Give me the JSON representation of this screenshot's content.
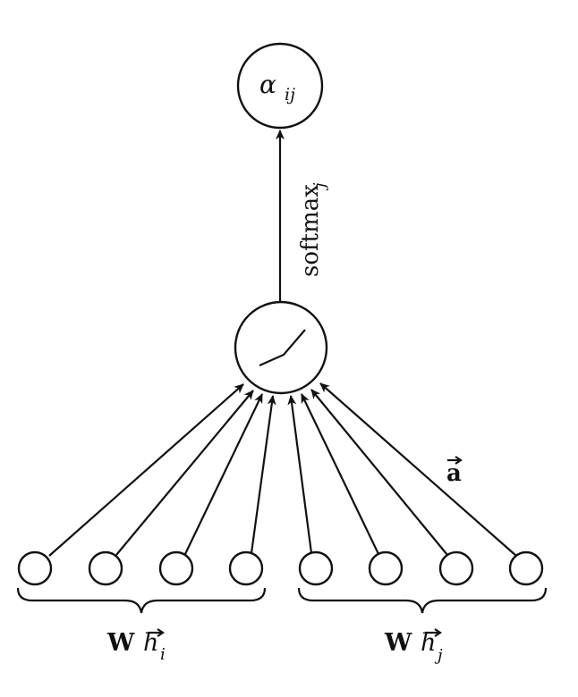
{
  "diagram": {
    "output_node": {
      "symbol": "α",
      "subscript": "ij"
    },
    "edge_label": {
      "text": "softmax",
      "subscript": "j"
    },
    "attention_vector_label": "a",
    "group_left": {
      "weight": "W",
      "vector": "h",
      "subscript": "i"
    },
    "group_right": {
      "weight": "W",
      "vector": "h",
      "subscript": "j"
    },
    "input_node_count_per_group": 4
  },
  "colors": {
    "ink": "#111111",
    "background": "#ffffff"
  }
}
